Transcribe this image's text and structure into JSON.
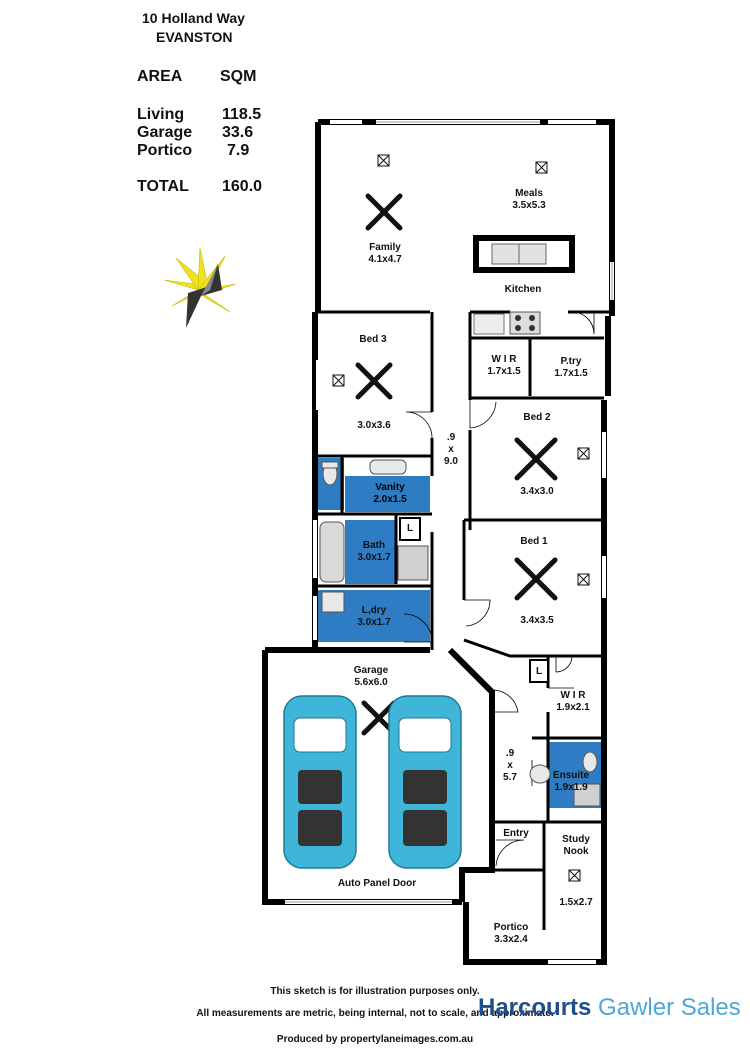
{
  "header": {
    "address": "10 Holland Way",
    "suburb": "EVANSTON"
  },
  "areas": {
    "col1": "AREA",
    "col2": "SQM",
    "rows": [
      {
        "name": "Living",
        "value": "118.5"
      },
      {
        "name": "Garage",
        "value": "33.6"
      },
      {
        "name": "Portico",
        "value": "7.9"
      }
    ],
    "total_label": "TOTAL",
    "total_value": "160.0"
  },
  "rooms": {
    "meals": {
      "name": "Meals",
      "size": "3.5x5.3"
    },
    "family": {
      "name": "Family",
      "size": "4.1x4.7"
    },
    "kitchen": {
      "name": "Kitchen"
    },
    "bed3": {
      "name": "Bed 3",
      "size": "3.0x3.6"
    },
    "wir1": {
      "name": "W I R",
      "size": "1.7x1.5"
    },
    "pantry": {
      "name": "P.try",
      "size": "1.7x1.5"
    },
    "bed2": {
      "name": "Bed 2",
      "size": "3.4x3.0"
    },
    "hall1": {
      "w": ".9",
      "x": "x",
      "l": "9.0"
    },
    "vanity": {
      "name": "Vanity",
      "size": "2.0x1.5"
    },
    "bath": {
      "name": "Bath",
      "size": "3.0x1.7"
    },
    "linen": {
      "name": "L"
    },
    "bed1": {
      "name": "Bed 1",
      "size": "3.4x3.5"
    },
    "laundry": {
      "name": "L,dry",
      "size": "3.0x1.7"
    },
    "garage": {
      "name": "Garage",
      "size": "5.6x6.0"
    },
    "linen2": {
      "name": "L"
    },
    "wir2": {
      "name": "W I R",
      "size": "1.9x2.1"
    },
    "hall2": {
      "w": ".9",
      "x": "x",
      "l": "5.7"
    },
    "ensuite": {
      "name": "Ensuite",
      "size": "1.9x1.9"
    },
    "entry": {
      "name": "Entry"
    },
    "study": {
      "name": "Study",
      "name2": "Nook",
      "size": "1.5x2.7"
    },
    "portico": {
      "name": "Portico",
      "size": "3.3x2.4"
    },
    "door": {
      "name": "Auto Panel Door"
    }
  },
  "footer": {
    "line1": "This sketch is for illustration purposes only.",
    "line2": "All measurements are metric, being internal, not to scale, and approximate.",
    "line3": "Produced by propertylaneimages.com.au"
  },
  "brand": {
    "name": "Harcourts",
    "office": "Gawler Sales"
  },
  "colors": {
    "wet_area": "#2e7dc4",
    "wall": "#000000",
    "car": "#3fb6d9",
    "brand": "#1f4e8c",
    "brand_light": "#4fa6d8"
  }
}
